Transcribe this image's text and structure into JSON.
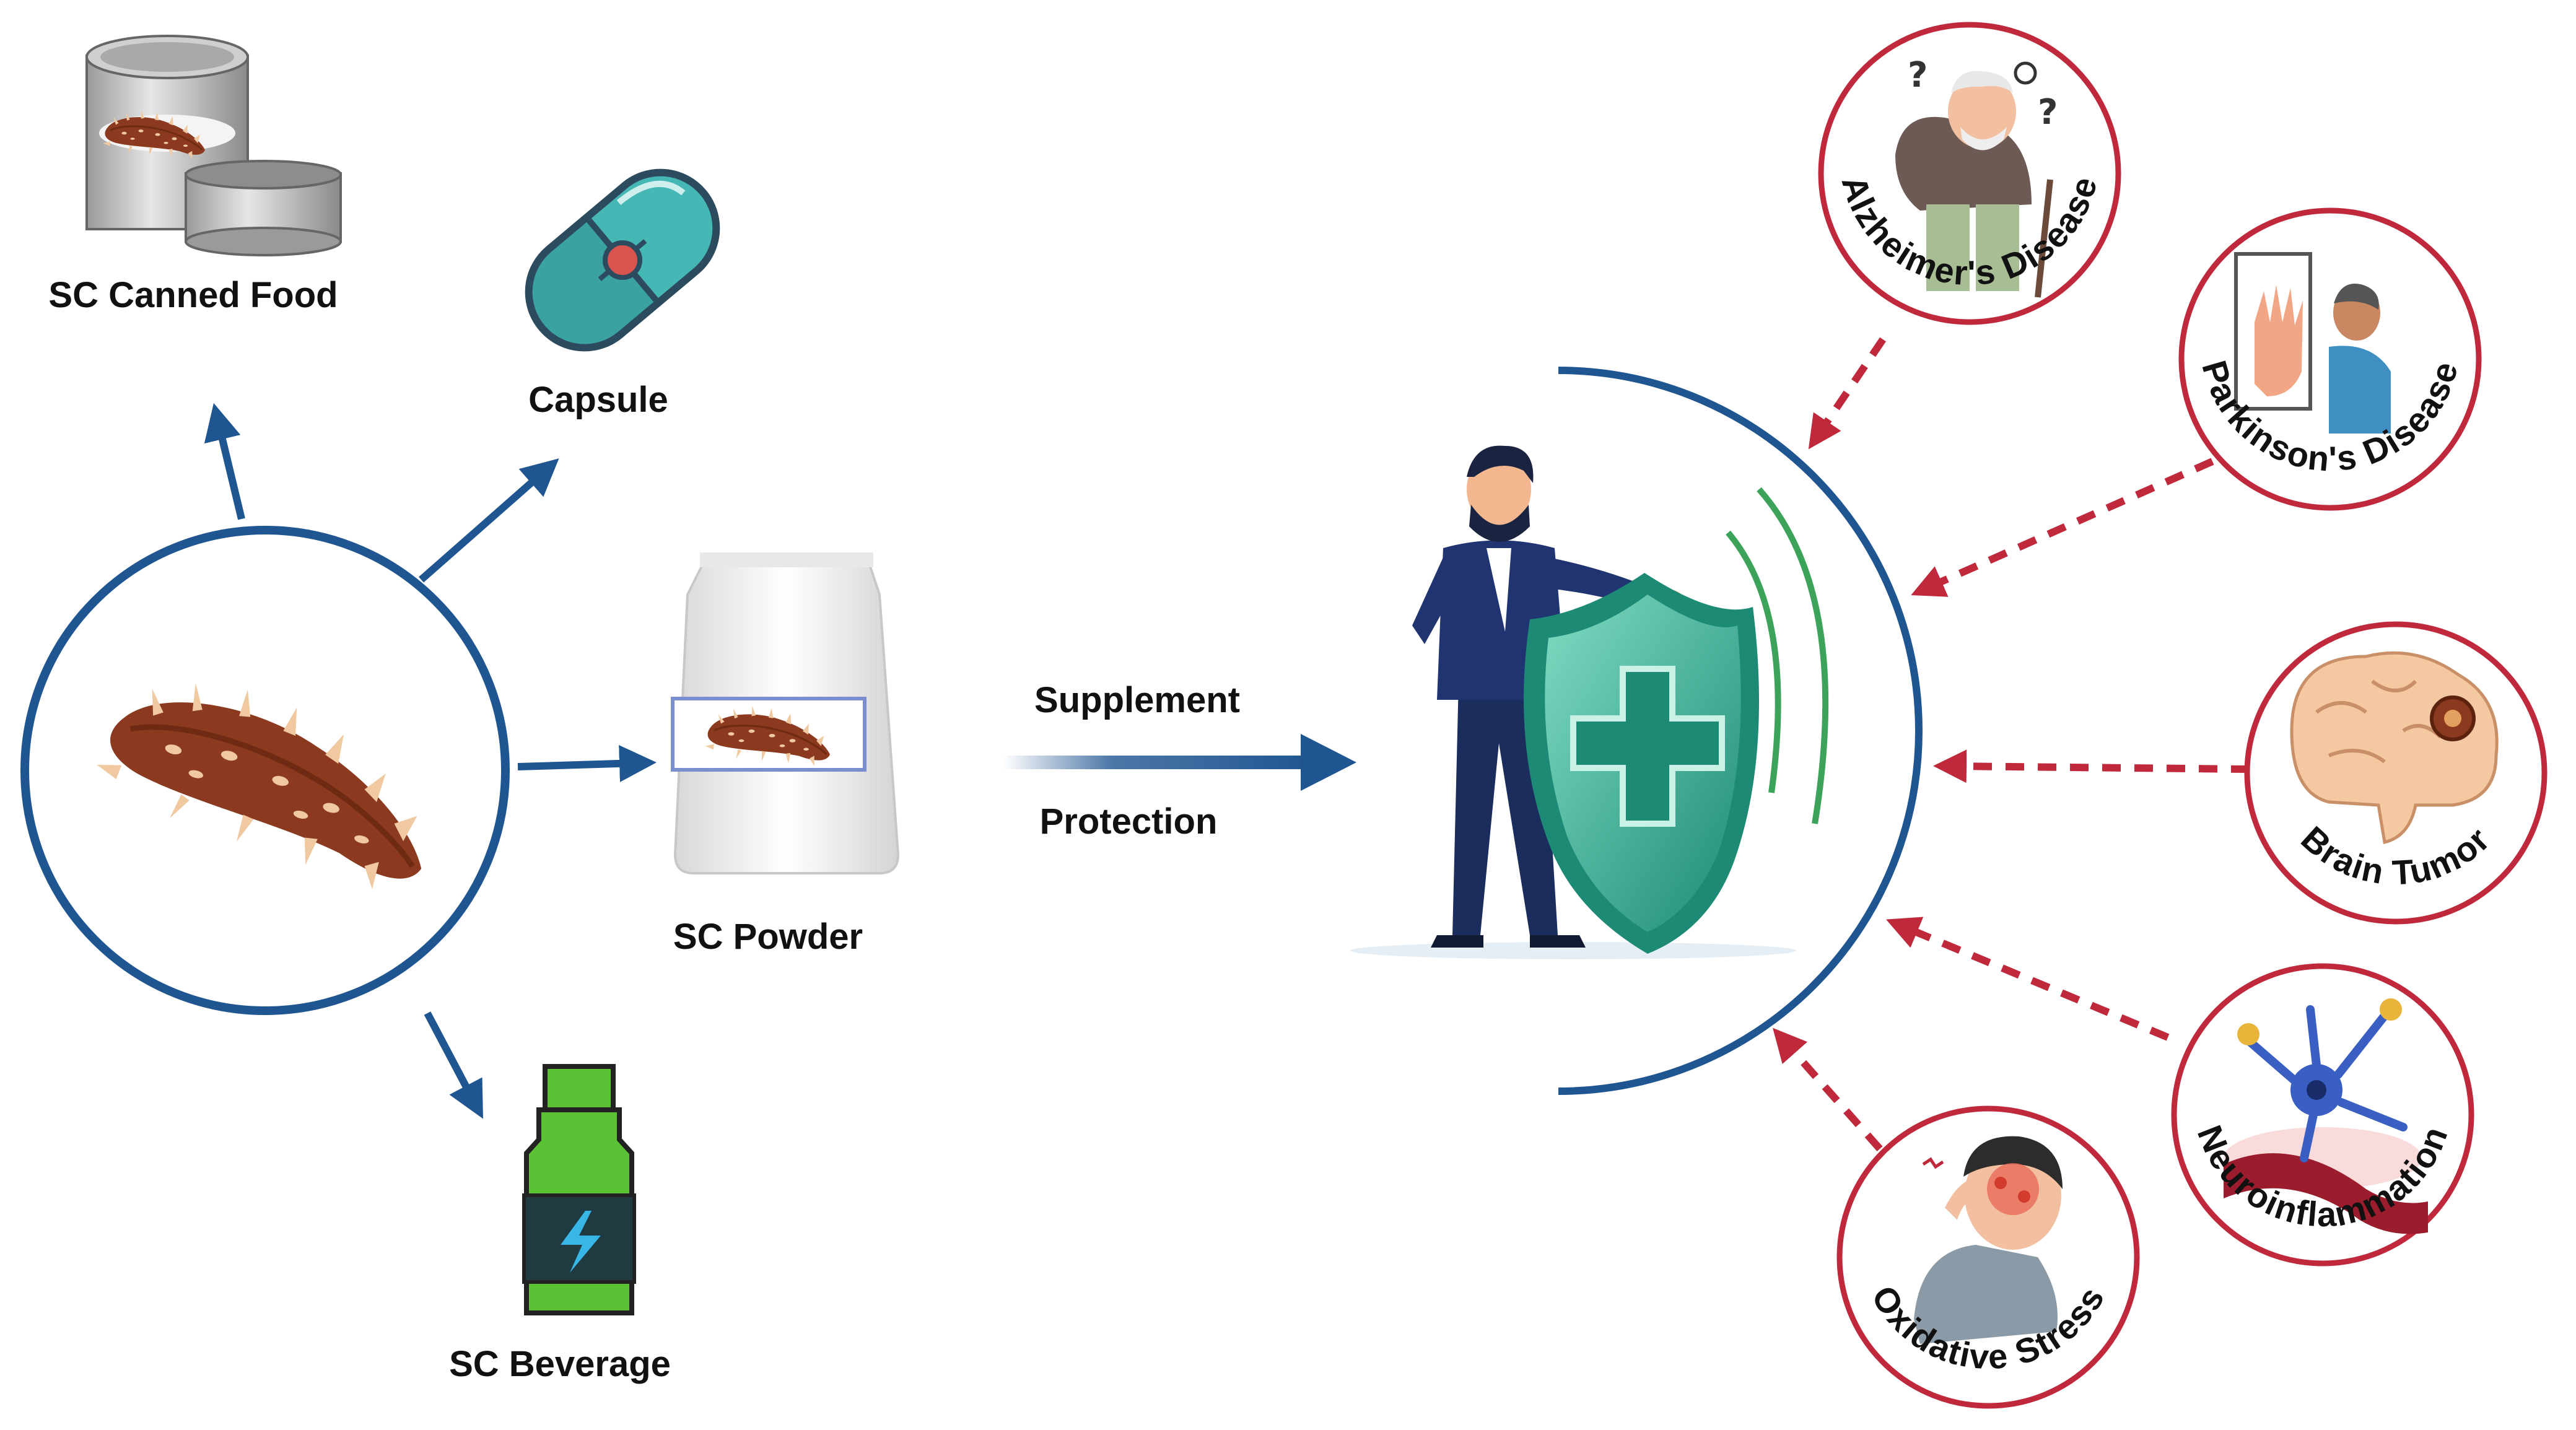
{
  "colors": {
    "navy": "#1f5591",
    "disease_ring": "#c0283c",
    "dashed_arrow": "#c0283c",
    "sea_cucumber": "#8b3a1f",
    "spike": "#f0c9a0",
    "shield": "#1d8a76",
    "shield_light": "#6fcfb5",
    "bottle": "#5bc236",
    "capsule": "#45b7b5"
  },
  "products": {
    "canned_food": "SC Canned Food",
    "capsule": "Capsule",
    "powder": "SC Powder",
    "beverage": "SC Beverage"
  },
  "flow": {
    "top_label": "Supplement",
    "bottom_label": "Protection"
  },
  "diseases": {
    "alzheimers": "Alzheimer's Disease",
    "parkinsons": "Parkinson's Disease",
    "brain_tumor": "Brain Tumor",
    "neuroinflammation": "Neuroinflammation",
    "oxidative_stress": "Oxidative Stress"
  },
  "icons": [
    "sea-cucumber-icon",
    "can-icon",
    "capsule-icon",
    "powder-bag-icon",
    "bottle-icon",
    "man-with-shield-icon",
    "elderly-man-icon",
    "shaking-hand-icon",
    "brain-icon",
    "neuron-icon",
    "headache-icon"
  ]
}
